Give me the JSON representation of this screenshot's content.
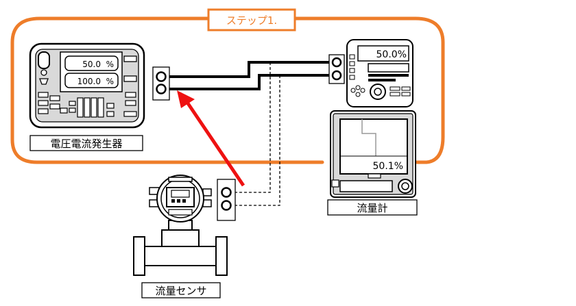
{
  "step_label": "ステップ1.",
  "generator": {
    "label": "電圧電流発生器",
    "readout_top": "50.0  %",
    "readout_bottom": "100.0  %"
  },
  "indicator": {
    "readout": "50.0%"
  },
  "recorder": {
    "readout": "50.1%",
    "label": "流量計"
  },
  "sensor": {
    "label": "流量センサ"
  },
  "colors": {
    "step_frame": "#ee7d2a",
    "signal_arrow": "#ee1111",
    "device_gray": "#d9d9d9",
    "outline": "#000000"
  }
}
